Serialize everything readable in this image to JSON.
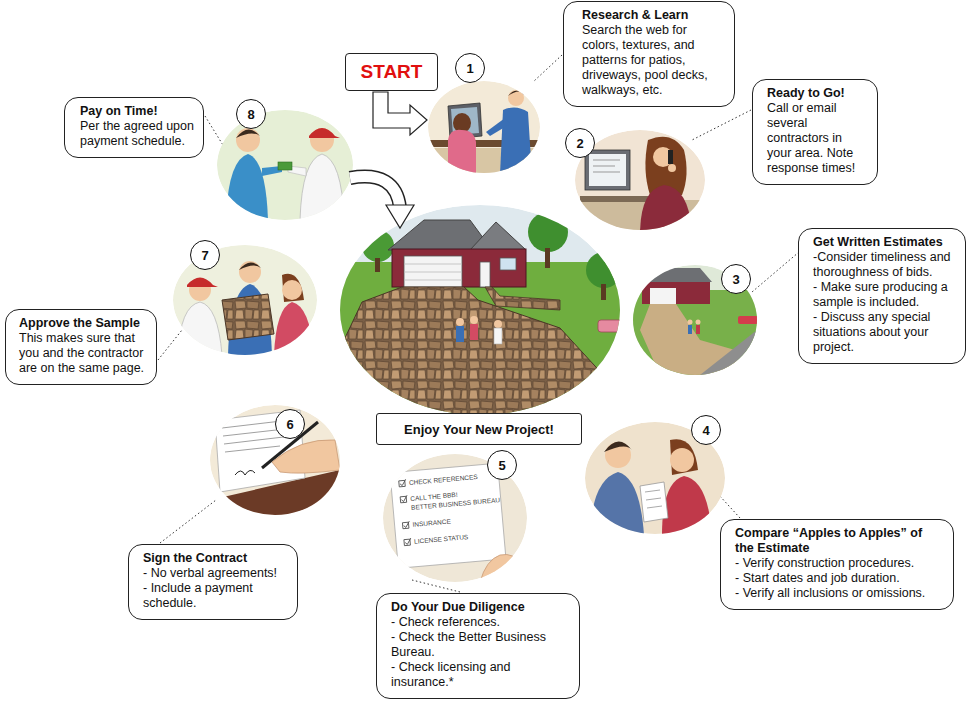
{
  "diagram": {
    "nodes": [
      {
        "text": [
          "START"
        ]
      },
      {
        "text": [
          "1"
        ]
      },
      {
        "text": [
          "Research & Learn",
          "Search the web for colors, textures, and patterns for patios, driveways, pool decks, walkways, etc."
        ]
      },
      {
        "text": [
          "2"
        ]
      },
      {
        "text": [
          "Ready to Go!",
          "Call or email several contractors in your area. Note response times!"
        ]
      },
      {
        "text": [
          "3"
        ]
      },
      {
        "text": [
          "Get Written Estimates",
          "-Consider timeliness and thoroughness of bids.",
          "- Make sure producing a sample is included.",
          "- Discuss any special situations about your project."
        ]
      },
      {
        "text": [
          "4"
        ]
      },
      {
        "text": [
          "Compare “Apples to Apples” of the Estimate",
          "- Verify construction procedures.",
          "- Start dates and job duration.",
          "- Verify all inclusions or omissions."
        ]
      },
      {
        "text": [
          "5"
        ]
      },
      {
        "text": [
          "Do Your Due Diligence",
          "- Check references.",
          "- Check the Better Business Bureau.",
          "- Check licensing and insurance.*"
        ]
      },
      {
        "text": [
          "6"
        ]
      },
      {
        "text": [
          "Sign the Contract",
          "- No verbal agreements!",
          "- Include a payment schedule."
        ]
      },
      {
        "text": [
          "7"
        ]
      },
      {
        "text": [
          "Approve the Sample",
          "This makes sure that you and the contractor are on the same page."
        ]
      },
      {
        "text": [
          "8"
        ]
      },
      {
        "text": [
          "Pay on Time!",
          "Per the agreed upon payment schedule."
        ]
      },
      {
        "text": [
          "Enjoy Your New Project!"
        ]
      }
    ],
    "labels": [
      "CHECK REFERENCES",
      "CALL THE BBB!",
      "BETTER BUSINESS BUREAU",
      "INSURANCE",
      "LICENSE STATUS"
    ]
  }
}
